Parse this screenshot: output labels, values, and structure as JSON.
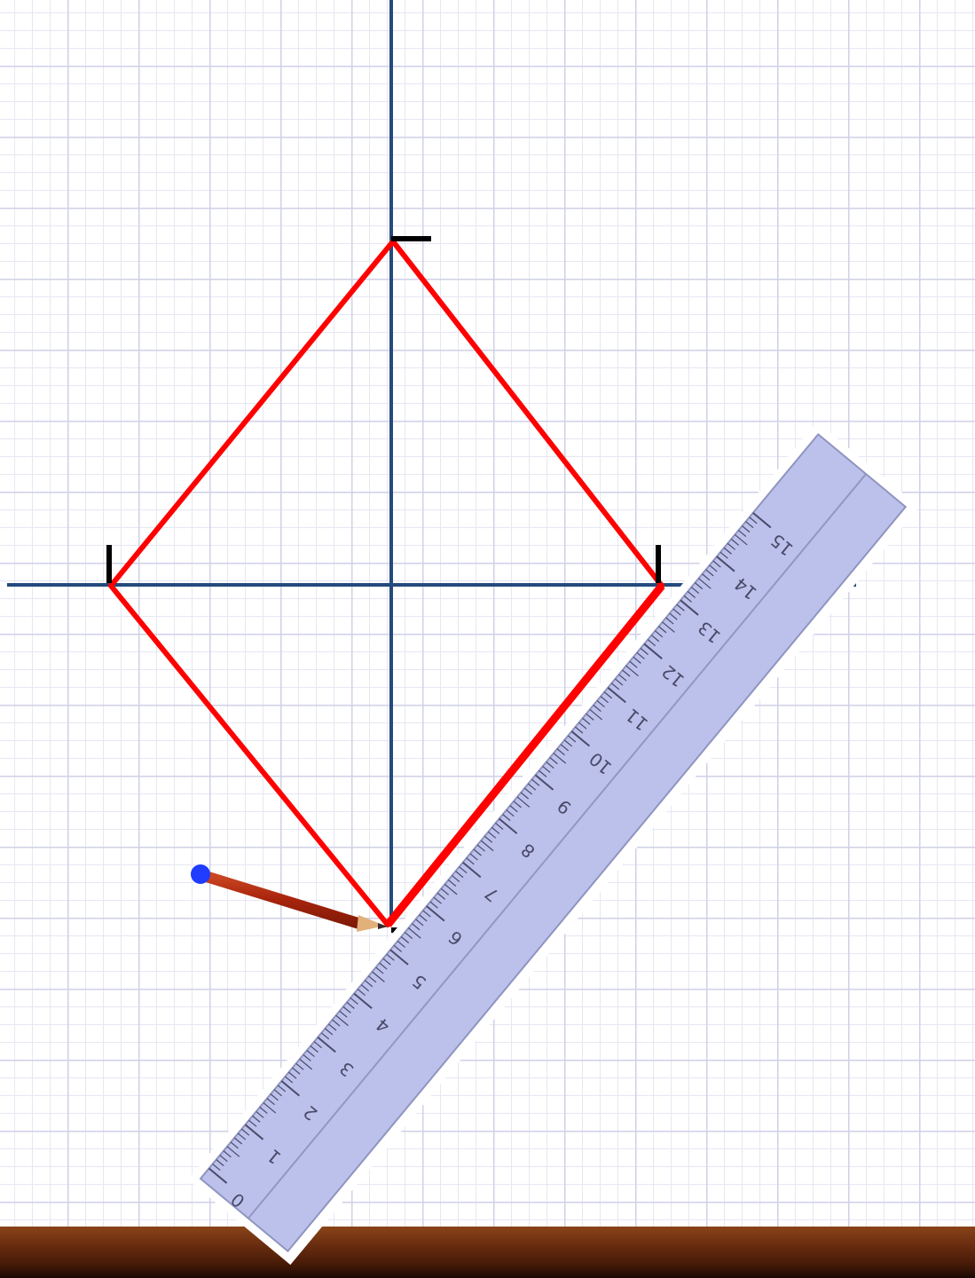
{
  "colors": {
    "paper": "#ffffff",
    "grid_minor": "#e6e7f3",
    "grid_major": "#cfd1e6",
    "axis": "#244a7e",
    "rhombus": "#ff0000",
    "tick_marks": "#000000",
    "ruler_fill": "#bcc1ec",
    "ruler_edge": "#8f94bf",
    "ruler_text": "#4a4a68",
    "pencil_body": "#b3290f",
    "pencil_eraser": "#1f3cff",
    "table_wood": "#6a2d10"
  },
  "ruler": {
    "labels": [
      "0",
      "1",
      "2",
      "3",
      "4",
      "5",
      "6",
      "7",
      "8",
      "9",
      "10",
      "11",
      "12",
      "13",
      "14",
      "15"
    ]
  },
  "icons": {
    "pencil": "pencil-icon",
    "ruler": "ruler-icon"
  }
}
